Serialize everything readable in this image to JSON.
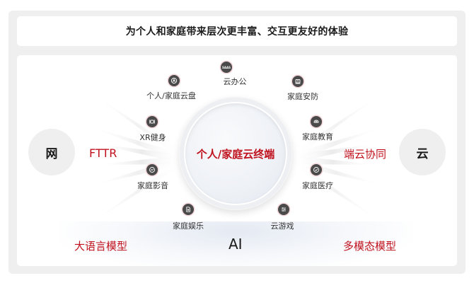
{
  "header": {
    "title": "为个人和家庭带来层次更丰富、交互更友好的体验"
  },
  "center": {
    "label": "个人/家庭云终端"
  },
  "left": {
    "circle_label": "网",
    "connector_label": "FTTR"
  },
  "right": {
    "circle_label": "云",
    "connector_label": "端云协同"
  },
  "features": [
    {
      "label": "个人/家庭云盘",
      "icon": "cloud-drive-icon"
    },
    {
      "label": "云办公",
      "icon": "saas-icon"
    },
    {
      "label": "家庭安防",
      "icon": "security-camera-icon"
    },
    {
      "label": "XR健身",
      "icon": "xr-glasses-icon"
    },
    {
      "label": "家庭教育",
      "icon": "education-icon"
    },
    {
      "label": "家庭影音",
      "icon": "media-icon"
    },
    {
      "label": "家庭医疗",
      "icon": "medical-check-icon"
    },
    {
      "label": "家庭娱乐",
      "icon": "document-icon"
    },
    {
      "label": "云游戏",
      "icon": "game-sliders-icon"
    }
  ],
  "bottom": {
    "left_label": "大语言模型",
    "center_label": "AI",
    "right_label": "多模态模型"
  },
  "icon_text": {
    "saas": "SAAS"
  },
  "colors": {
    "accent_red": "#c0121e",
    "icon_dark": "#4a4a4a",
    "panel_gray": "#efefef"
  }
}
